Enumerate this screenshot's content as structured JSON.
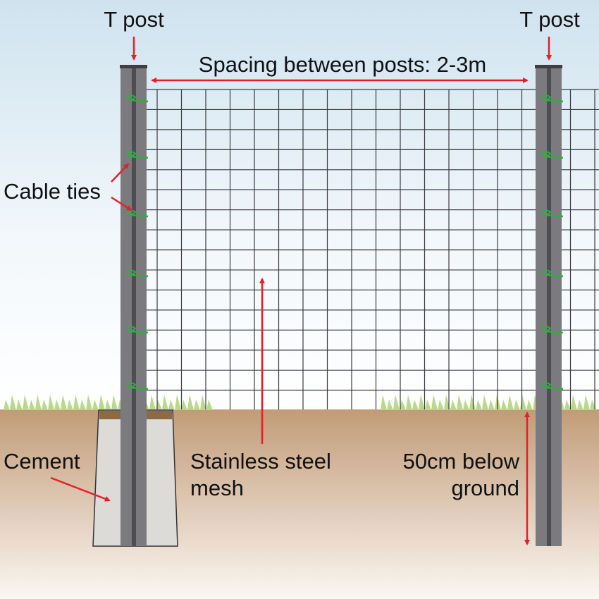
{
  "labels": {
    "t_post_left": "T post",
    "t_post_right": "T post",
    "spacing": "Spacing between posts: 2-3m",
    "cable_ties": "Cable ties",
    "cement": "Cement",
    "mesh_line1": "Stainless steel",
    "mesh_line2": "mesh",
    "depth_line1": "50cm below",
    "depth_line2": "ground"
  },
  "colors": {
    "arrow": "#e3202a",
    "post": "#7b7b7f",
    "post_dark": "#4e4e52",
    "tie": "#2fae3e",
    "mesh": "#3b3b40",
    "soil": "#c39d7a",
    "cement": "#dcdbd8",
    "grass": "#b9d98a"
  }
}
